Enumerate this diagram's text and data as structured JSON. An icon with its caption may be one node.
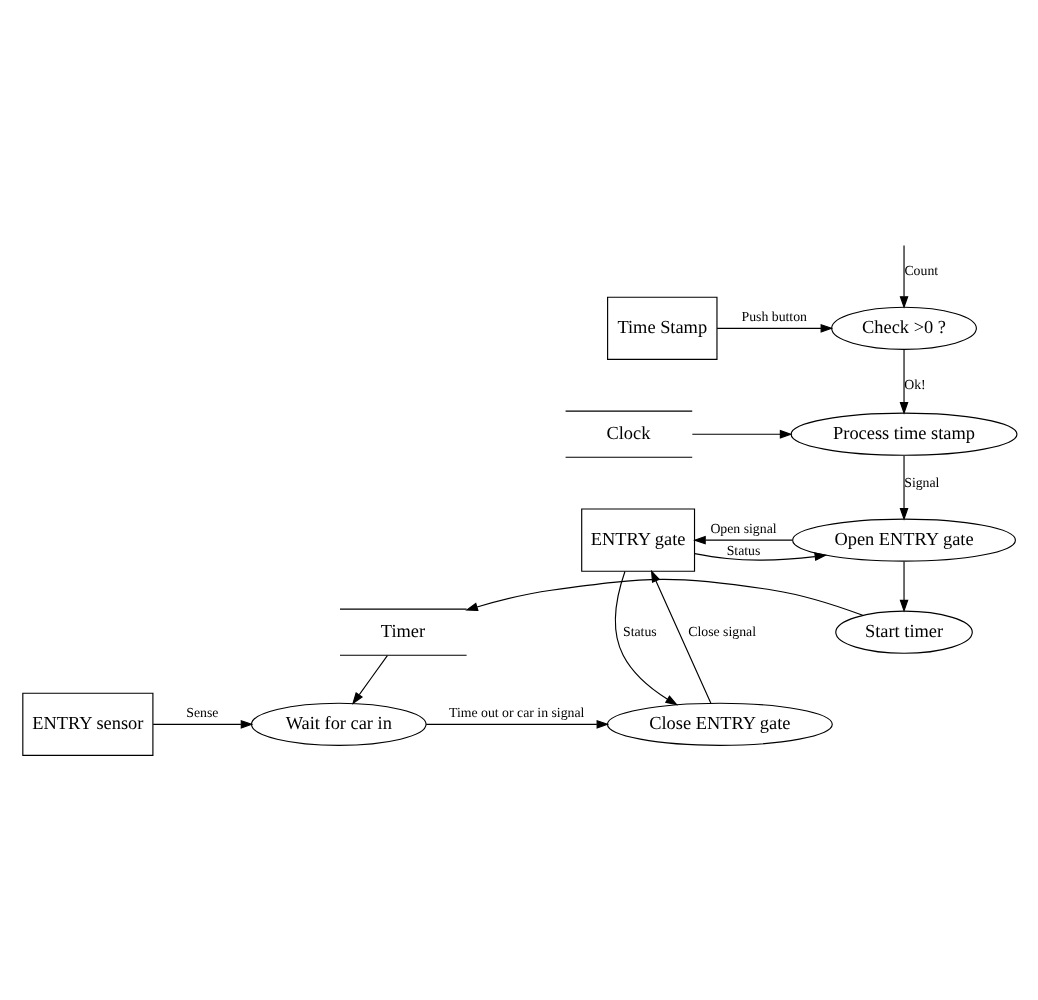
{
  "diagram": {
    "nodes": [
      {
        "text": [
          "Time Stamp"
        ]
      },
      {
        "text": [
          "Check >0 ?"
        ]
      },
      {
        "text": [
          "Clock"
        ]
      },
      {
        "text": [
          "Process time stamp"
        ]
      },
      {
        "text": [
          "Open ENTRY gate"
        ]
      },
      {
        "text": [
          "ENTRY gate"
        ]
      },
      {
        "text": [
          "Timer"
        ]
      },
      {
        "text": [
          "Start timer"
        ]
      },
      {
        "text": [
          "ENTRY sensor"
        ]
      },
      {
        "text": [
          "Wait for car in"
        ]
      },
      {
        "text": [
          "Close ENTRY gate"
        ]
      }
    ],
    "edges": [
      {
        "from": null,
        "to": 1,
        "arrow": "to",
        "label": "Count"
      },
      {
        "from": 0,
        "to": 1,
        "arrow": "to",
        "label": "Push button"
      },
      {
        "from": 1,
        "to": 3,
        "arrow": "to",
        "label": "Ok!"
      },
      {
        "from": 2,
        "to": 3,
        "arrow": "to"
      },
      {
        "from": 3,
        "to": 4,
        "arrow": "to",
        "label": "Signal"
      },
      {
        "from": 4,
        "to": 5,
        "arrow": "to",
        "label": "Open signal"
      },
      {
        "from": 5,
        "to": 4,
        "arrow": "to",
        "label": "Status"
      },
      {
        "from": 4,
        "to": 7,
        "arrow": "to"
      },
      {
        "from": 7,
        "to": 6,
        "arrow": "to"
      },
      {
        "from": 6,
        "to": 9,
        "arrow": "to"
      },
      {
        "from": 8,
        "to": 9,
        "arrow": "to",
        "label": "Sense"
      },
      {
        "from": 9,
        "to": 10,
        "arrow": "to",
        "label": "Time out or car in signal"
      },
      {
        "from": 10,
        "to": 5,
        "arrow": "to",
        "label": "Close signal"
      },
      {
        "from": 5,
        "to": 10,
        "arrow": "to",
        "label": "Status"
      }
    ]
  }
}
